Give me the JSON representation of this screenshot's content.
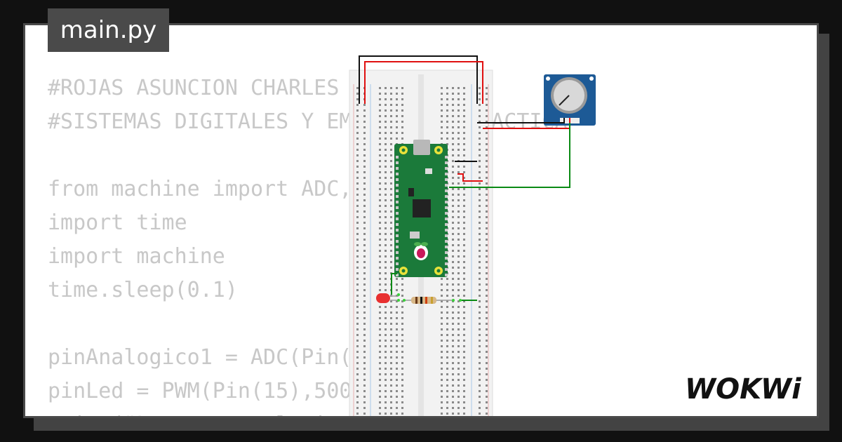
{
  "tab": {
    "filename": "main.py"
  },
  "code": {
    "lines": [
      "#ROJAS ASUNCION CHARLES",
      "#SISTEMAS DIGITALES Y EMPOTRADOS PRACTICA",
      "",
      "from machine import ADC, Pin, PWM",
      "import time",
      "import machine",
      "time.sleep(0.1)",
      "",
      "pinAnalogico1 = ADC(Pin(26))",
      "pinLed = PWM(Pin(15),5000)",
      "print(\"Lectura analogica\")"
    ]
  },
  "brand": {
    "logo_text": "WOKWi"
  },
  "colors": {
    "background": "#111111",
    "card": "#ffffff",
    "code_text": "#c8c8c8",
    "tab_bg": "#4a4a4a",
    "pico_board": "#1b7a3a",
    "pot_module": "#1d5a96",
    "wire_red": "#e01010",
    "wire_black": "#111111",
    "wire_green": "#0a8a14",
    "led_red": "#e83030"
  }
}
